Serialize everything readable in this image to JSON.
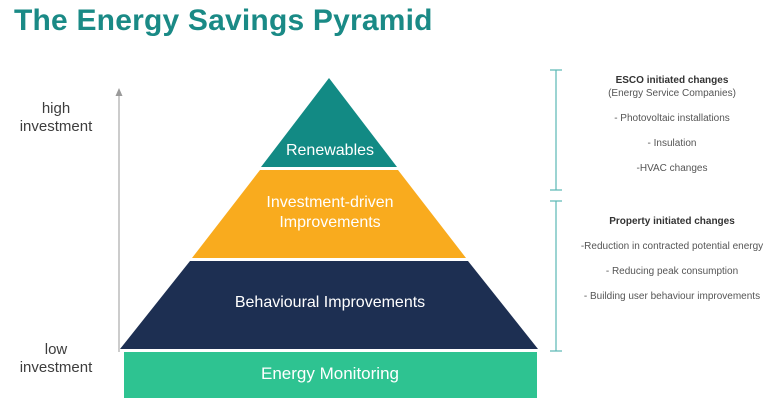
{
  "title": "The Energy Savings Pyramid",
  "axis": {
    "high_line1": "high",
    "high_line2": "investment",
    "low_line1": "low",
    "low_line2": "investment"
  },
  "layers": {
    "renewables": "Renewables",
    "investment_line1": "Investment-driven",
    "investment_line2": "Improvements",
    "behavioural": "Behavioural Improvements",
    "monitoring": "Energy Monitoring"
  },
  "colors": {
    "title": "#1a8a86",
    "renewables": "#128a84",
    "investment": "#f9ab1e",
    "behavioural": "#1d2f52",
    "monitoring": "#2ec391",
    "bracket": "#5ab8b4"
  },
  "esco": {
    "heading": "ESCO initiated changes",
    "subheading": "(Energy Service Companies)",
    "items": [
      "- Photovoltaic installations",
      "- Insulation",
      "-HVAC changes"
    ]
  },
  "property": {
    "heading": "Property initiated changes",
    "items": [
      "-Reduction in contracted potential energy",
      "- Reducing peak consumption",
      "- Building user behaviour improvements"
    ]
  }
}
